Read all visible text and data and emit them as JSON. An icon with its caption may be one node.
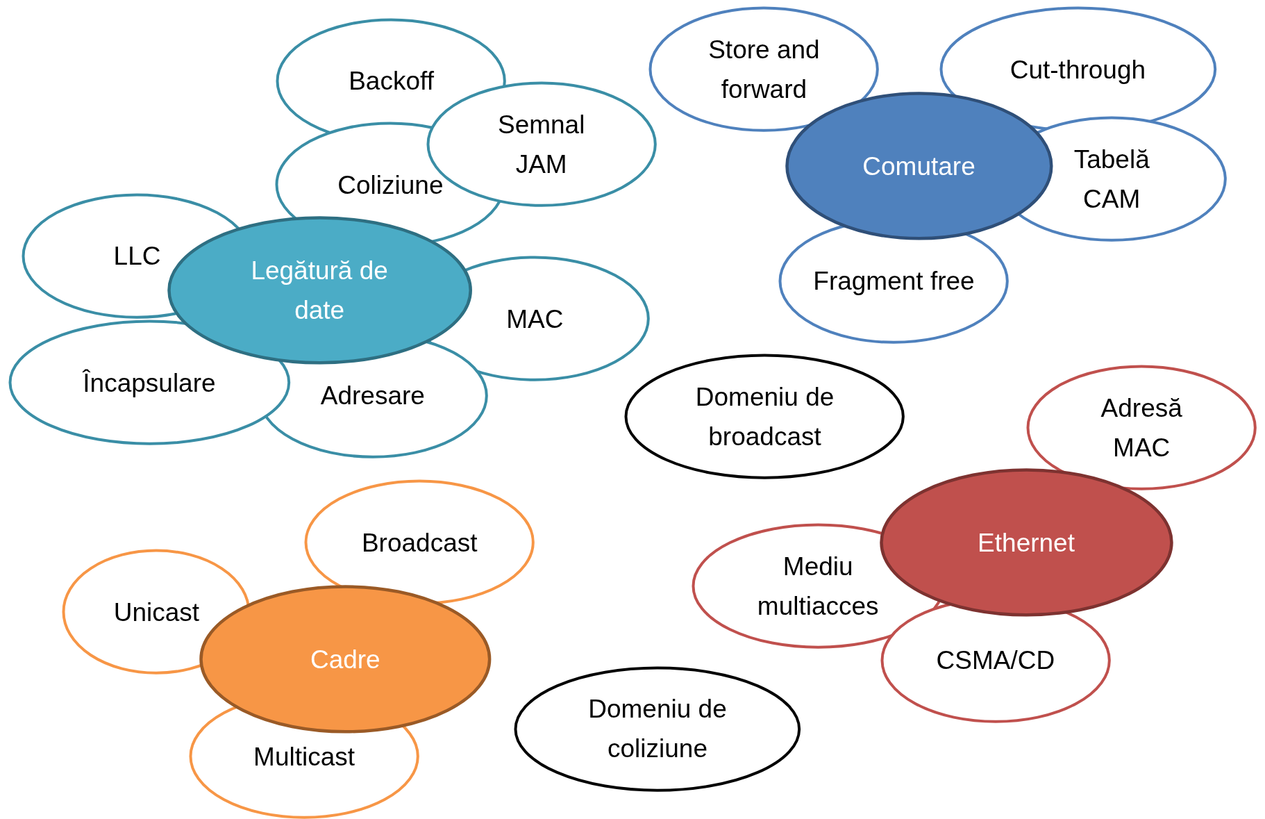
{
  "diagram": {
    "nodes": [
      {
        "text": [
          "Backoff"
        ]
      },
      {
        "text": [
          "Store and forward"
        ]
      },
      {
        "text": [
          "Cut-through"
        ]
      },
      {
        "text": [
          "Semnal JAM"
        ]
      },
      {
        "text": [
          "Comutare"
        ]
      },
      {
        "text": [
          "Coliziune"
        ]
      },
      {
        "text": [
          "Tabelă CAM"
        ]
      },
      {
        "text": [
          "LLC"
        ]
      },
      {
        "text": [
          "Legătură de date"
        ]
      },
      {
        "text": [
          "Fragment free"
        ]
      },
      {
        "text": [
          "MAC"
        ]
      },
      {
        "text": [
          "Încapsulare"
        ]
      },
      {
        "text": [
          "Adresare"
        ]
      },
      {
        "text": [
          "Domeniu de broadcast"
        ]
      },
      {
        "text": [
          "Adresă MAC"
        ]
      },
      {
        "text": [
          "Ethernet"
        ]
      },
      {
        "text": [
          "Broadcast"
        ]
      },
      {
        "text": [
          "Mediu multiacces"
        ]
      },
      {
        "text": [
          "Unicast"
        ]
      },
      {
        "text": [
          "Cadre"
        ]
      },
      {
        "text": [
          "CSMA/CD"
        ]
      },
      {
        "text": [
          "Domeniu de coliziune"
        ]
      },
      {
        "text": [
          "Multicast"
        ]
      }
    ]
  }
}
